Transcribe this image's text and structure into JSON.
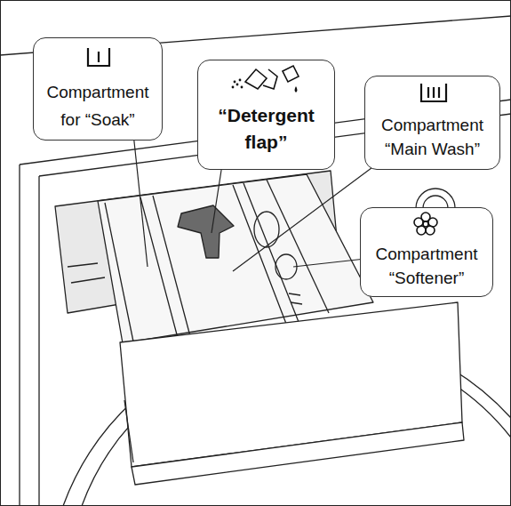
{
  "diagram": {
    "nodes": [
      {
        "text": [
          "Compartment for “Soak”"
        ]
      },
      {
        "text": [
          "“Detergent flap”"
        ]
      },
      {
        "text": [
          "Compartment “Main Wash”"
        ]
      },
      {
        "text": [
          "Compartment “Softener”"
        ]
      }
    ]
  }
}
